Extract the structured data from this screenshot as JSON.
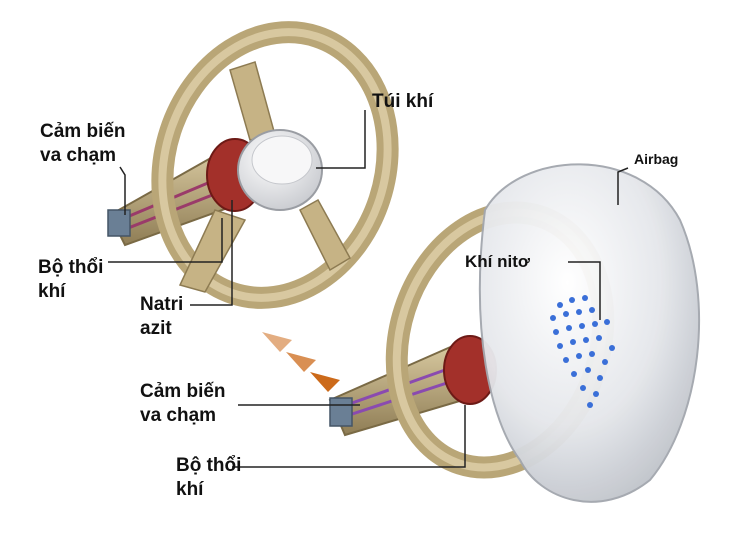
{
  "labels": {
    "sensor_top_line1": "Cảm biến",
    "sensor_top_line2": "va chạm",
    "inflator_top_line1": "Bộ thổi",
    "inflator_top_line2": "khí",
    "sodium_line1": "Natri",
    "sodium_line2": "azit",
    "airbag_vi": "Túi khí",
    "airbag_en": "Airbag",
    "nitrogen": "Khí nitơ",
    "sensor_bottom_line1": "Cảm biến",
    "sensor_bottom_line2": "va chạm",
    "inflator_bottom_line1": "Bộ thổi",
    "inflator_bottom_line2": "khí"
  },
  "colors": {
    "wheel": "#c9b68a",
    "wheel_dark": "#8d7b52",
    "hub": "#e9e9ea",
    "airbag": "#e4e6ea",
    "inflator": "#a3302a",
    "gas_dots": "#3a6fd8",
    "arrows": "#cc6a1a",
    "leader_line": "#222222"
  }
}
